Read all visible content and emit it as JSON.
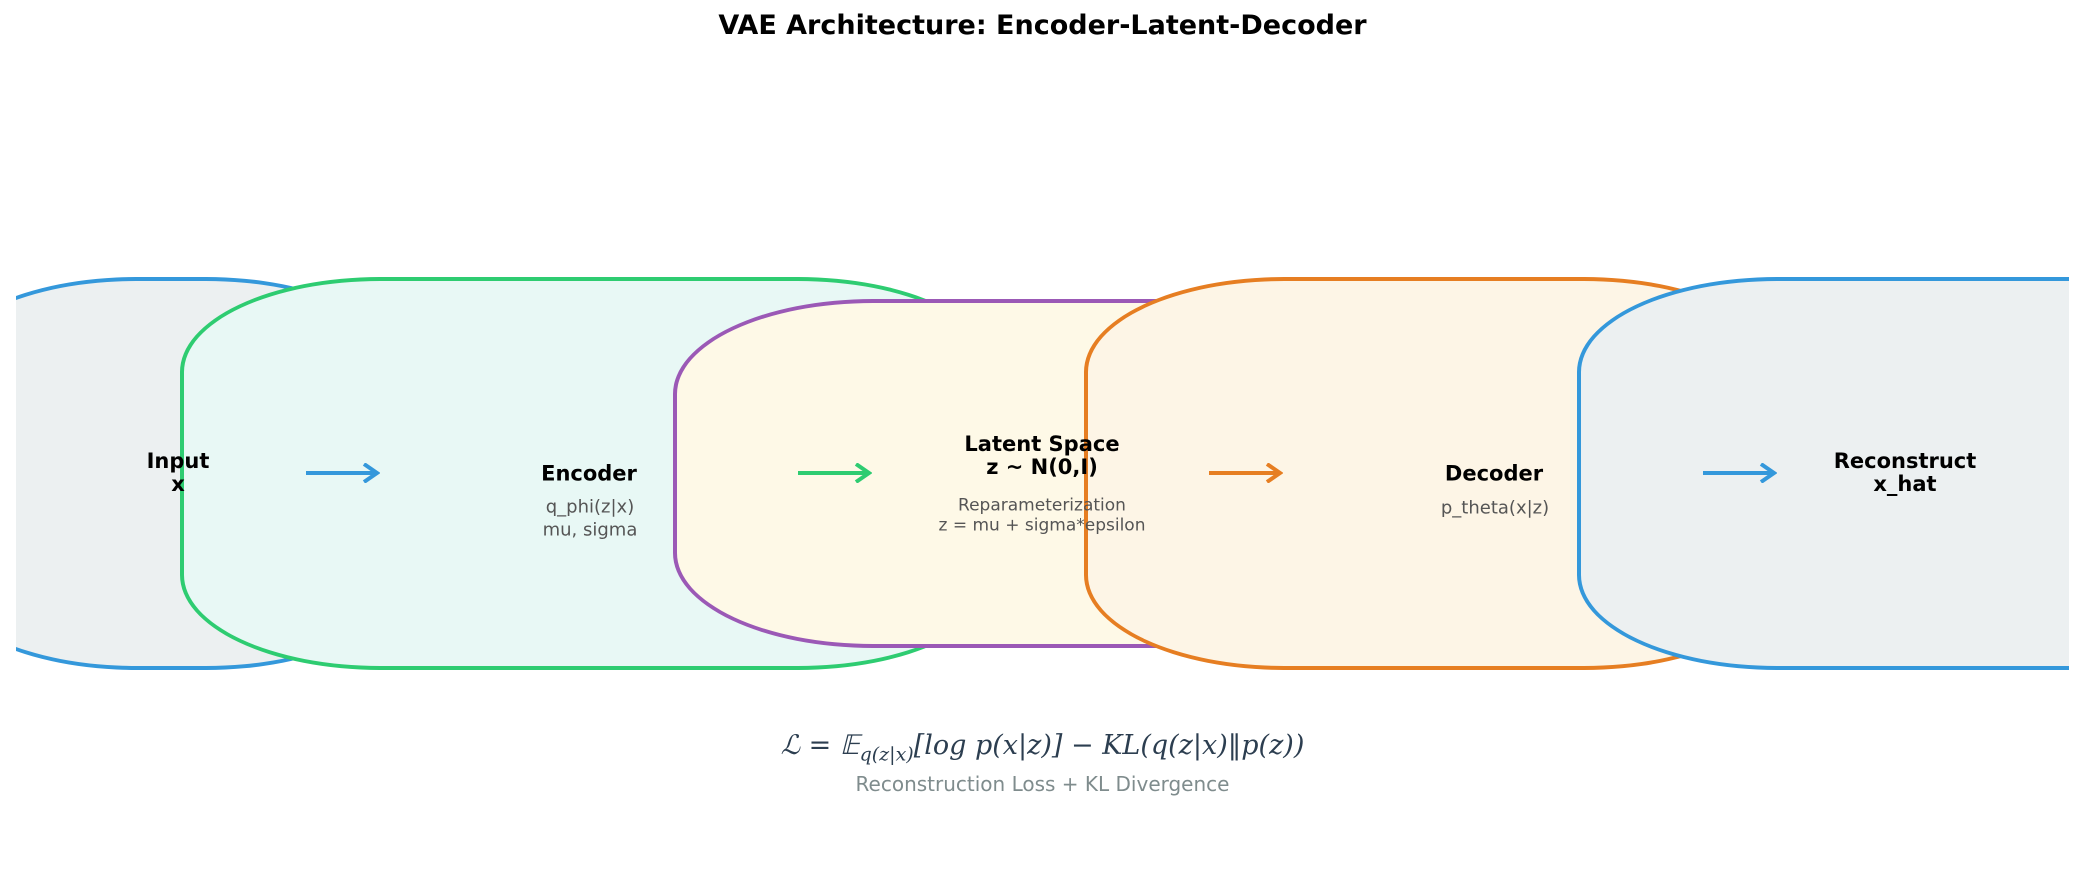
{
  "title": "VAE Architecture: Encoder-Latent-Decoder",
  "blocks": [
    {
      "label": "Input\nx",
      "border": "#3498db",
      "fill": "#ecf0f1"
    },
    {
      "label": "Encoder",
      "sub": "q_phi(z|x)\nmu, sigma",
      "border": "#2ecc71",
      "fill": "#e8f8f5"
    },
    {
      "label": "Latent Space\nz ~ N(0,I)",
      "sub": "Reparameterization\nz = mu + sigma*epsilon",
      "border": "#9b59b6",
      "fill": "#fef9e7"
    },
    {
      "label": "Decoder",
      "sub": "p_theta(x|z)",
      "border": "#e67e22",
      "fill": "#fdf5e6"
    },
    {
      "label": "Reconstruct\nx_hat",
      "border": "#3498db",
      "fill": "#ecf0f1"
    }
  ],
  "arrows": [
    {
      "icon": "arrow-right-icon",
      "color": "#3498db"
    },
    {
      "icon": "arrow-right-icon",
      "color": "#2ecc71"
    },
    {
      "icon": "arrow-right-icon",
      "color": "#e67e22"
    },
    {
      "icon": "arrow-right-icon",
      "color": "#3498db"
    }
  ],
  "formula": "ℒ = 𝔼q(z|x)[log p(x|z)] − KL(q(z|x)‖p(z))",
  "formula_parts": {
    "lhs": "ℒ = 𝔼",
    "sub": "q(z|x)",
    "rhs": "[log p(x|z)] − KL(q(z|x)‖p(z))"
  },
  "formula_caption": "Reconstruction Loss + KL Divergence"
}
